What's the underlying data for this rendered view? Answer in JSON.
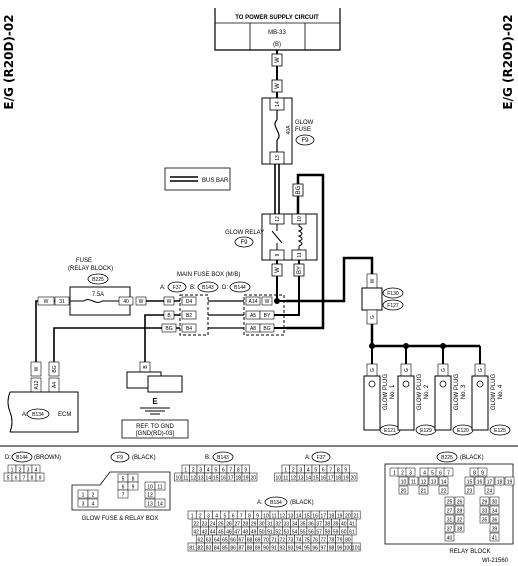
{
  "side_label": "E/G (R20D)-02",
  "supply": {
    "title": "TO POWER SUPPLY CIRCUIT",
    "ref": "MB-33",
    "conn": "(B)"
  },
  "wire_colors": {
    "w": "W",
    "bg": "BG",
    "by": "BY",
    "b": "B",
    "g": "G"
  },
  "pins": {
    "p14": "14",
    "p13": "13",
    "p12": "12",
    "p10": "10",
    "p9": "9",
    "p11": "11",
    "p31": "31",
    "p40": "40",
    "a12": "A12",
    "a4": "A4",
    "d4": "D4",
    "b2": "B2",
    "b4": "B4",
    "a14": "A14",
    "a5": "A5",
    "a8": "A8"
  },
  "glow_fuse": {
    "line1": "GLOW",
    "line2": "FUSE",
    "conn": "F9",
    "rating": "40A"
  },
  "bus_bar": "BUS BAR",
  "glow_relay": {
    "label": "GLOW RELAY",
    "conn": "F9"
  },
  "fuse_rb": {
    "line1": "FUSE",
    "line2": "(RELAY BLOCK)",
    "conn": "B225",
    "rating": "7.5A"
  },
  "main_fuse_box": {
    "label": "MAIN FUSE BOX (M/B)",
    "pre_a": "A:",
    "conn_a": "F37",
    "pre_b": "B:",
    "conn_b": "B143",
    "pre_d": "D:",
    "conn_d": "B144"
  },
  "ground": {
    "letter": "E",
    "line1": "REF. TO GND",
    "line2": "[GND(RD)-03]"
  },
  "ecm": {
    "pre": "A:",
    "conn": "B134",
    "label": "ECM"
  },
  "f130": "F130",
  "f127": "F127",
  "plugs": [
    {
      "line1": "GLOW PLUG",
      "line2": "No. 1",
      "conn": "E121"
    },
    {
      "line1": "GLOW PLUG",
      "line2": "No. 2",
      "conn": "E129"
    },
    {
      "line1": "GLOW PLUG",
      "line2": "No. 3",
      "conn": "E120"
    },
    {
      "line1": "GLOW PLUG",
      "line2": "No. 4",
      "conn": "E125"
    }
  ],
  "legend": {
    "b144": {
      "pre": "D:",
      "conn": "B144",
      "color": "(BROWN)",
      "rows": [
        [
          "1",
          "2",
          "3",
          "4"
        ],
        [
          "5",
          "6",
          "7",
          "8",
          "9"
        ]
      ]
    },
    "f9": {
      "conn": "F9",
      "color": "(BLACK)",
      "caption": "GLOW FUSE & RELAY BOX",
      "cells": [
        "1",
        "2",
        "3",
        "4",
        "5",
        "6",
        "7",
        "8",
        "9",
        "10",
        "11",
        "12",
        "13",
        "14"
      ]
    },
    "b143": {
      "pre": "B:",
      "conn": "B143",
      "rows": [
        [
          "1",
          "2",
          "3",
          "4",
          "5",
          "6",
          "7",
          "8",
          "9"
        ],
        [
          "10",
          "11",
          "12",
          "13",
          "14",
          "15",
          "16",
          "17",
          "18",
          "19",
          "20"
        ]
      ]
    },
    "f37": {
      "pre": "A:",
      "conn": "F37",
      "rows": [
        [
          "1",
          "2",
          "3",
          "4",
          "5",
          "6",
          "7",
          "8",
          "9"
        ],
        [
          "10",
          "11",
          "12",
          "13",
          "14",
          "15",
          "16",
          "17",
          "18",
          "19",
          "20"
        ]
      ]
    },
    "b225": {
      "conn": "B225",
      "color": "(BLACK)",
      "caption": "RELAY BLOCK",
      "cells": [
        "1",
        "2",
        "3",
        "4",
        "5",
        "6",
        "7",
        "8",
        "9",
        "10",
        "11",
        "12",
        "13",
        "14",
        "15",
        "16",
        "17",
        "18",
        "19",
        "20",
        "21",
        "22",
        "23",
        "24",
        "25",
        "26",
        "27",
        "28",
        "29",
        "30",
        "31",
        "32",
        "33",
        "34",
        "35",
        "36",
        "37",
        "38",
        "39",
        "40",
        "41"
      ]
    },
    "b134": {
      "pre": "A:",
      "conn": "B134",
      "color": "(BLACK)",
      "rows": [
        [
          "1",
          "2",
          "3",
          "4",
          "5",
          "6",
          "7",
          "8",
          "9",
          "10",
          "11",
          "12",
          "13",
          "14",
          "15",
          "16",
          "17",
          "18",
          "19",
          "20",
          "21"
        ],
        [
          "22",
          "23",
          "24",
          "25",
          "26",
          "27",
          "28",
          "29",
          "30",
          "31",
          "32",
          "33",
          "34",
          "35",
          "36",
          "37",
          "38",
          "39",
          "40",
          "41"
        ],
        [
          "42",
          "43",
          "44",
          "45",
          "46",
          "47",
          "48",
          "49",
          "50",
          "51",
          "52",
          "53",
          "54",
          "55",
          "56",
          "57",
          "58",
          "59",
          "60",
          "61"
        ],
        [
          "62",
          "63",
          "64",
          "65",
          "66",
          "67",
          "68",
          "69",
          "70",
          "71",
          "72",
          "73",
          "74",
          "75",
          "76",
          "77",
          "78",
          "79",
          "80"
        ],
        [
          "81",
          "82",
          "83",
          "84",
          "85",
          "86",
          "87",
          "88",
          "89",
          "90",
          "91",
          "92",
          "93",
          "94",
          "95",
          "96",
          "97",
          "98",
          "99",
          "100",
          "101"
        ]
      ]
    }
  },
  "code": "WI-21560"
}
